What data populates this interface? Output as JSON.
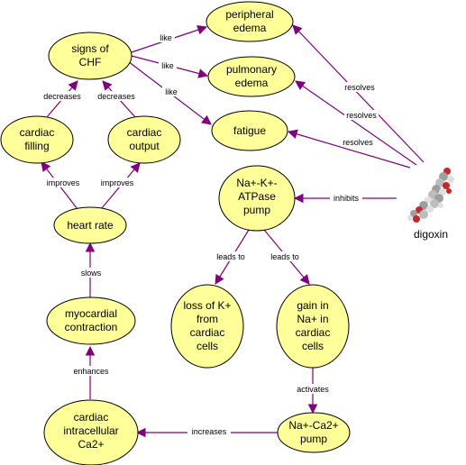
{
  "diagram": {
    "colors": {
      "node_fill": "#ffff99",
      "edge": "#800080",
      "label_bg": "#ffffff"
    },
    "nodes": {
      "signs_chf": [
        "signs of",
        "CHF"
      ],
      "peripheral_edema": [
        "peripheral",
        "edema"
      ],
      "pulmonary_edema": [
        "pulmonary",
        "edema"
      ],
      "fatigue": [
        "fatigue"
      ],
      "cardiac_filling": [
        "cardiac",
        "filling"
      ],
      "cardiac_output": [
        "cardiac",
        "output"
      ],
      "heart_rate": [
        "heart rate"
      ],
      "napump": [
        "Na+-K+-",
        "ATPase",
        "pump"
      ],
      "loss_k": [
        "loss of K+",
        "from",
        "cardiac",
        "cells"
      ],
      "gain_na": [
        "gain in",
        "Na+ in",
        "cardiac",
        "cells"
      ],
      "myocardial": [
        "myocardial",
        "contraction"
      ],
      "intracellular_ca": [
        "cardiac",
        "intracellular",
        "Ca2+"
      ],
      "naca_pump": [
        "Na+-Ca2+",
        "pump"
      ]
    },
    "edge_labels": {
      "like1": "like",
      "like2": "like",
      "like3": "like",
      "resolves1": "resolves",
      "resolves2": "resolves",
      "resolves3": "resolves",
      "decreases1": "decreases",
      "decreases2": "decreases",
      "improves1": "improves",
      "improves2": "improves",
      "inhibits": "inhibits",
      "leadsto1": "leads to",
      "leadsto2": "leads to",
      "slows": "slows",
      "activates": "activates",
      "enhances": "enhances",
      "increases": "increases"
    },
    "digoxin": {
      "label": "digoxin",
      "icon": "molecule-icon"
    }
  }
}
